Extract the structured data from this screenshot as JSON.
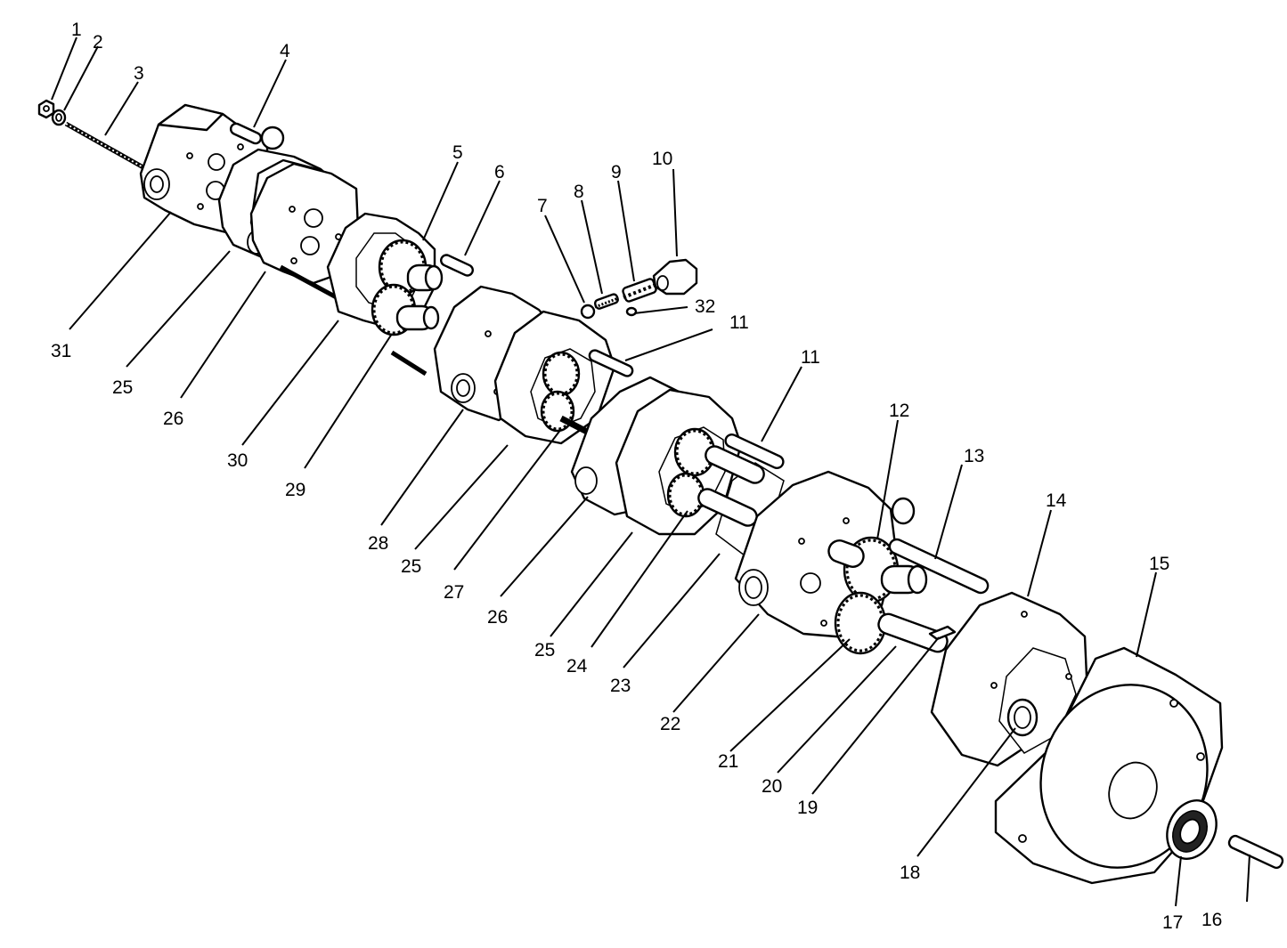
{
  "diagram": {
    "callouts": [
      {
        "id": "c1",
        "text": "1"
      },
      {
        "id": "c2",
        "text": "2"
      },
      {
        "id": "c3",
        "text": "3"
      },
      {
        "id": "c4",
        "text": "4"
      },
      {
        "id": "c5",
        "text": "5"
      },
      {
        "id": "c6",
        "text": "6"
      },
      {
        "id": "c7",
        "text": "7"
      },
      {
        "id": "c8",
        "text": "8"
      },
      {
        "id": "c9",
        "text": "9"
      },
      {
        "id": "c10",
        "text": "10"
      },
      {
        "id": "c11a",
        "text": "11"
      },
      {
        "id": "c11b",
        "text": "11"
      },
      {
        "id": "c12",
        "text": "12"
      },
      {
        "id": "c13",
        "text": "13"
      },
      {
        "id": "c14",
        "text": "14"
      },
      {
        "id": "c15",
        "text": "15"
      },
      {
        "id": "c16",
        "text": "16"
      },
      {
        "id": "c17",
        "text": "17"
      },
      {
        "id": "c18",
        "text": "18"
      },
      {
        "id": "c19",
        "text": "19"
      },
      {
        "id": "c20",
        "text": "20"
      },
      {
        "id": "c21",
        "text": "21"
      },
      {
        "id": "c22",
        "text": "22"
      },
      {
        "id": "c23",
        "text": "23"
      },
      {
        "id": "c24",
        "text": "24"
      },
      {
        "id": "c25a",
        "text": "25"
      },
      {
        "id": "c25b",
        "text": "25"
      },
      {
        "id": "c25c",
        "text": "25"
      },
      {
        "id": "c26a",
        "text": "26"
      },
      {
        "id": "c26b",
        "text": "26"
      },
      {
        "id": "c27",
        "text": "27"
      },
      {
        "id": "c28",
        "text": "28"
      },
      {
        "id": "c29",
        "text": "29"
      },
      {
        "id": "c30",
        "text": "30"
      },
      {
        "id": "c31",
        "text": "31"
      },
      {
        "id": "c32",
        "text": "32"
      }
    ]
  }
}
